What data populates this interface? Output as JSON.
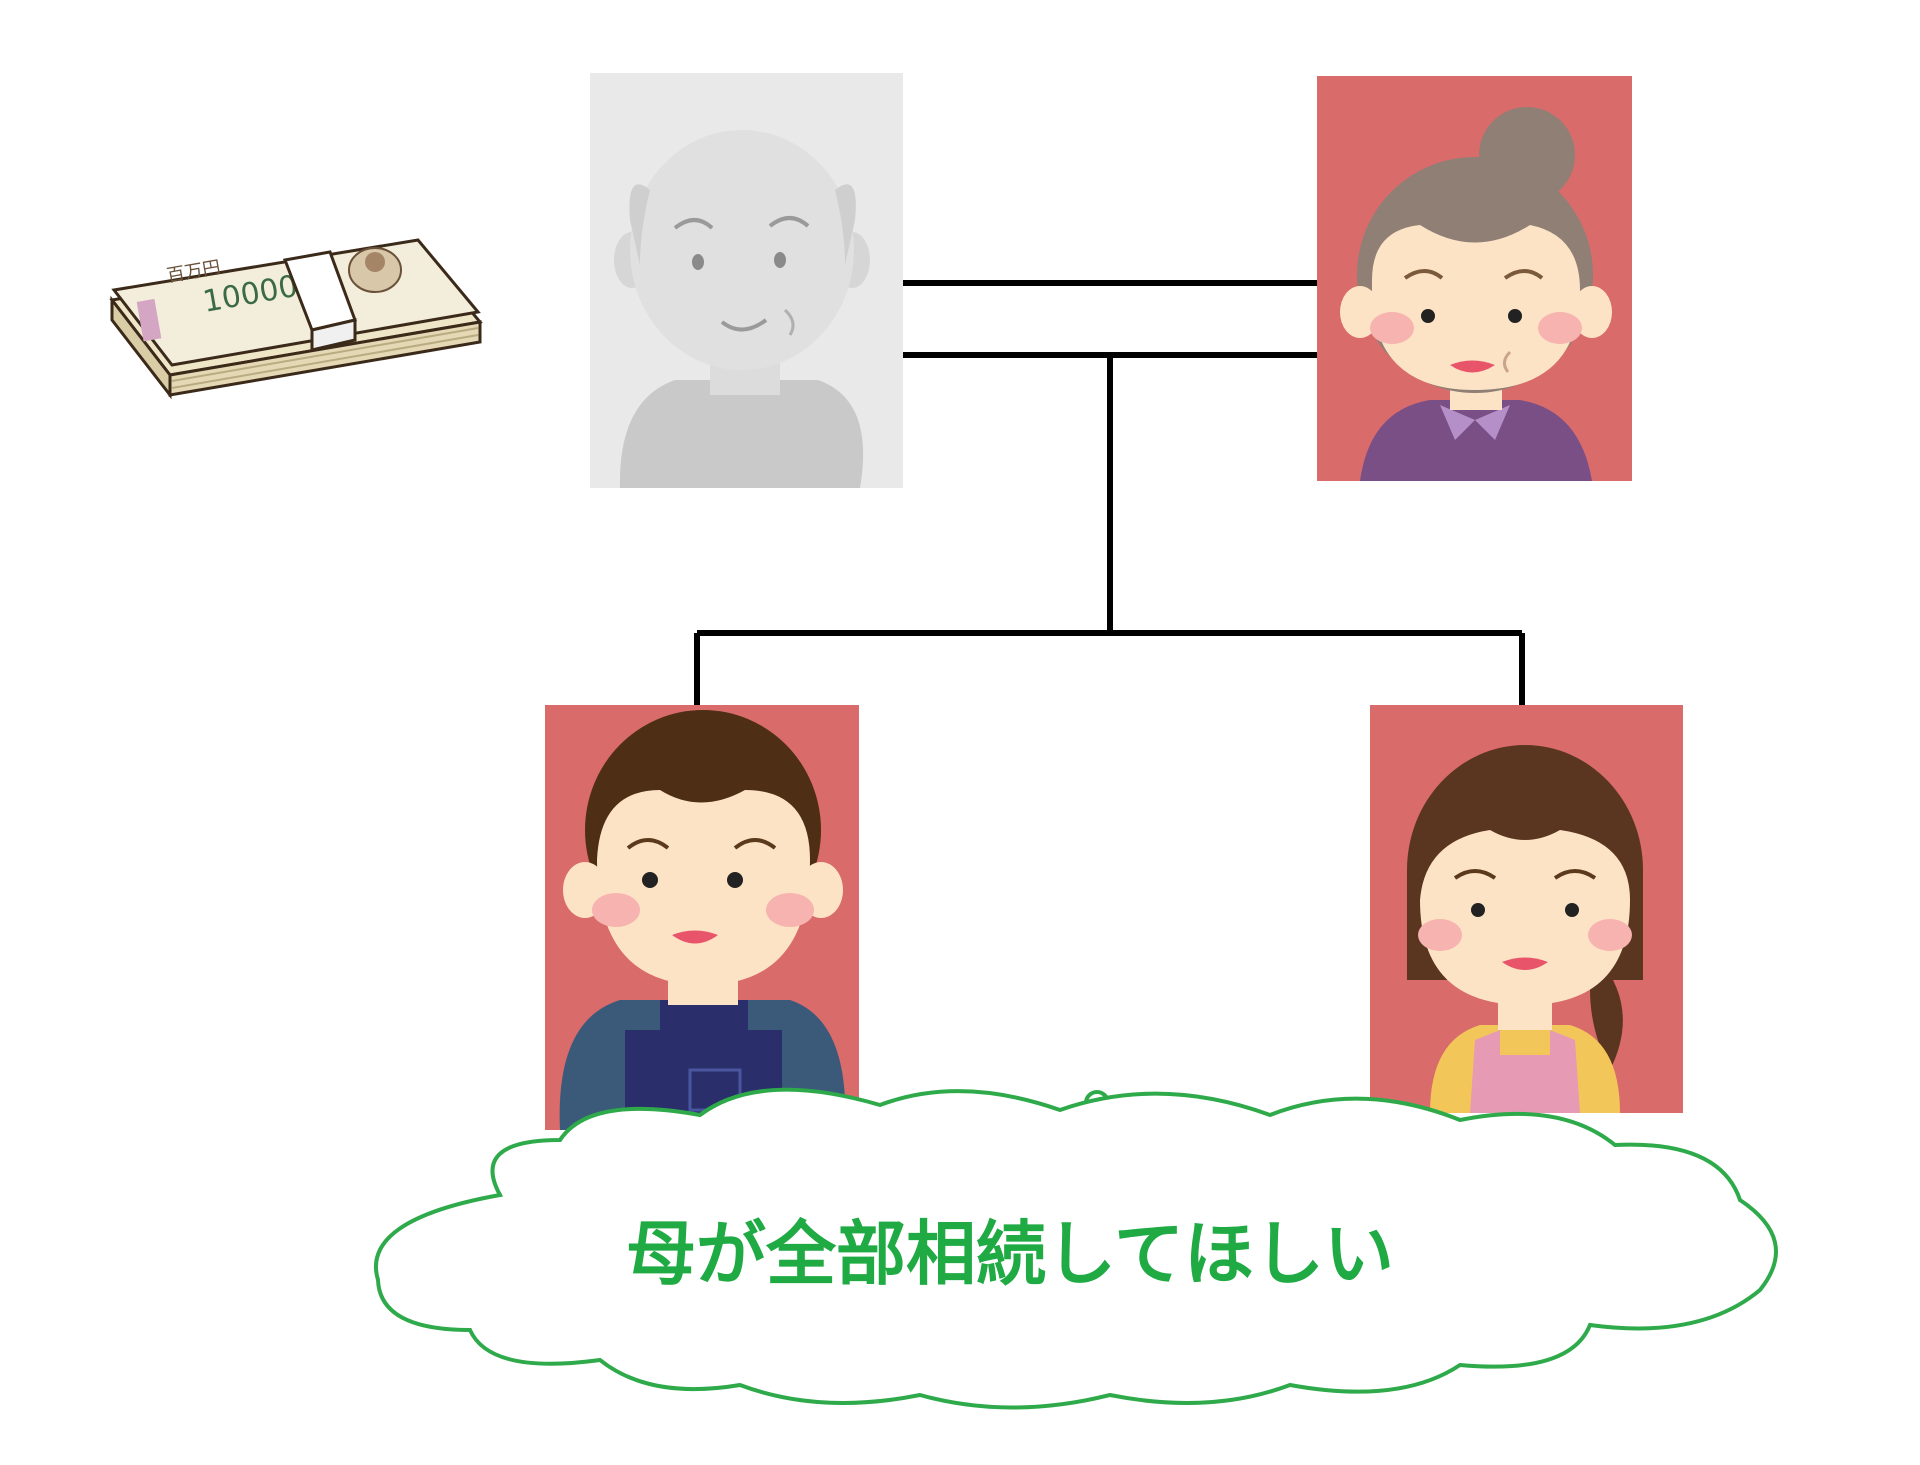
{
  "diagram": {
    "type": "family-tree",
    "thought_bubble": {
      "text": "母が全部相続してほしい"
    },
    "money_bundle": {
      "denomination": "10000",
      "label": "百万円"
    },
    "people": [
      {
        "role": "father-deceased",
        "icon": "elderly-man-greyed-icon"
      },
      {
        "role": "mother",
        "icon": "elderly-woman-icon"
      },
      {
        "role": "son",
        "icon": "man-in-overalls-icon"
      },
      {
        "role": "daughter",
        "icon": "woman-in-apron-icon"
      }
    ]
  },
  "colors": {
    "portrait_background": "#d96b6b",
    "deceased_background": "#e9e9e9",
    "connector_line": "#000000",
    "bubble_stroke": "#2eaa4a",
    "bubble_text": "#1faa44"
  }
}
